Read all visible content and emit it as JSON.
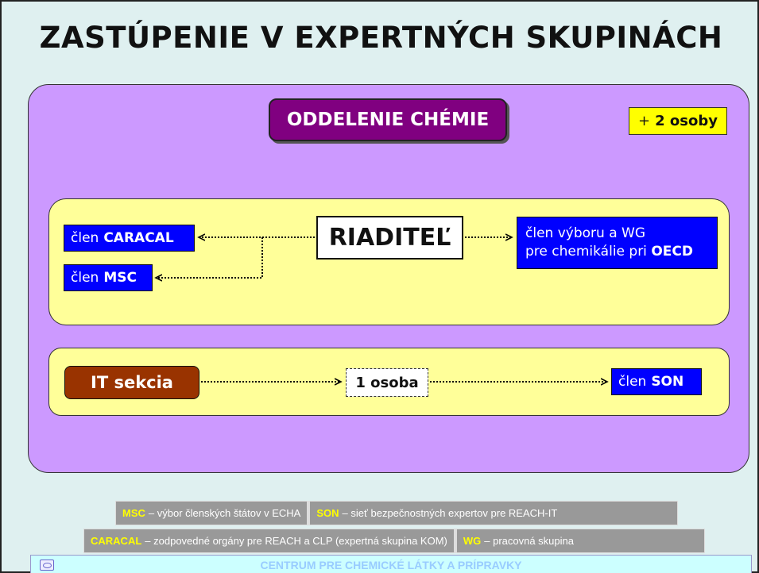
{
  "title": "ZASTÚPENIE V EXPERTNÝCH SKUPINÁCH",
  "department": "ODDELENIE CHÉMIE",
  "persons_badge": {
    "plus": "+",
    "count": "2 osoby"
  },
  "director": "RIADITEĽ",
  "members": {
    "caracal": {
      "prefix": "člen",
      "name": "CARACAL"
    },
    "msc": {
      "prefix": "člen",
      "name": "MSC"
    },
    "oecd": {
      "line1": "člen výboru a WG",
      "line2_prefix": "pre chemikálie pri",
      "line2_name": "OECD"
    },
    "son": {
      "prefix": "člen",
      "name": "SON"
    }
  },
  "it_section": "IT sekcia",
  "one_person": "1 osoba",
  "legend": {
    "row1": [
      {
        "key": "MSC",
        "text": "– výbor členských štátov v ECHA"
      },
      {
        "key": "SON",
        "text": "– sieť bezpečnostných expertov pre REACH-IT"
      }
    ],
    "row2": [
      {
        "key": "CARACAL",
        "text": "– zodpovedné orgány pre REACH a CLP (expertná skupina KOM)"
      },
      {
        "key": "WG",
        "text": "– pracovná skupina"
      }
    ]
  },
  "footer": "CENTRUM PRE CHEMICKÉ LÁTKY A PRÍPRAVKY",
  "colors": {
    "slide_bg": "#dff0f0",
    "panel_purple": "#cc99ff",
    "dept_purple": "#800080",
    "member_blue": "#0000ff",
    "group_yellow": "#ffff99",
    "badge_yellow": "#ffff00",
    "it_brown": "#993300",
    "legend_gray": "#999999",
    "legend_key": "#ffff00"
  },
  "icons": [
    "centrum-logo-icon",
    "dotted-arrow-icon"
  ]
}
